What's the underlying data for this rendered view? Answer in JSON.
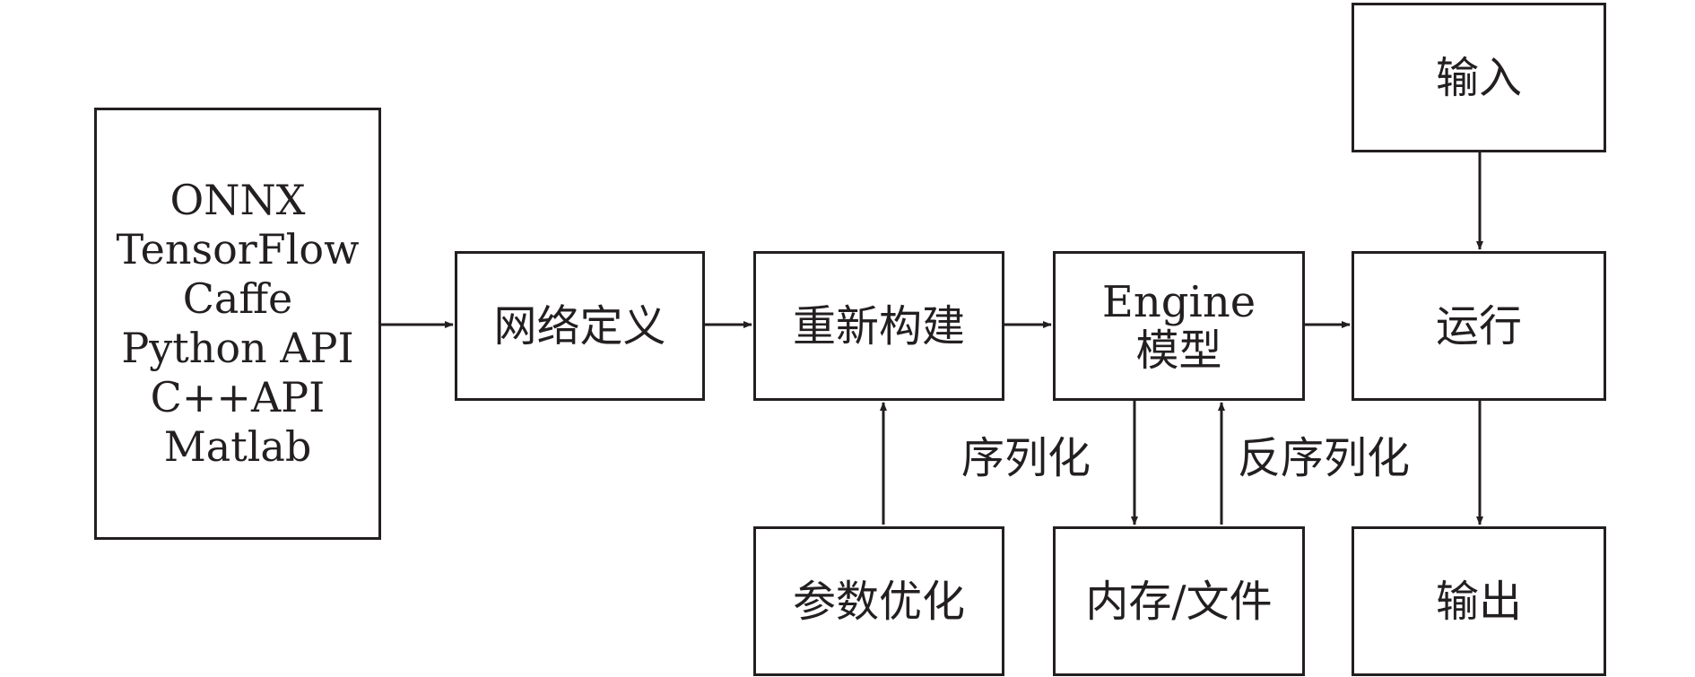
{
  "nodes": {
    "sources": {
      "items": [
        "ONNX",
        "TensorFlow",
        "Caffe",
        "Python API",
        "C++API",
        "Matlab"
      ]
    },
    "network_definition": "网络定义",
    "rebuild": "重新构建",
    "engine": {
      "line1": "Engine",
      "line2": "模型"
    },
    "run": "运行",
    "input": "输入",
    "output": "输出",
    "param_optimization": "参数优化",
    "memory_file": "内存/文件"
  },
  "edge_labels": {
    "serialize": "序列化",
    "deserialize": "反序列化"
  }
}
